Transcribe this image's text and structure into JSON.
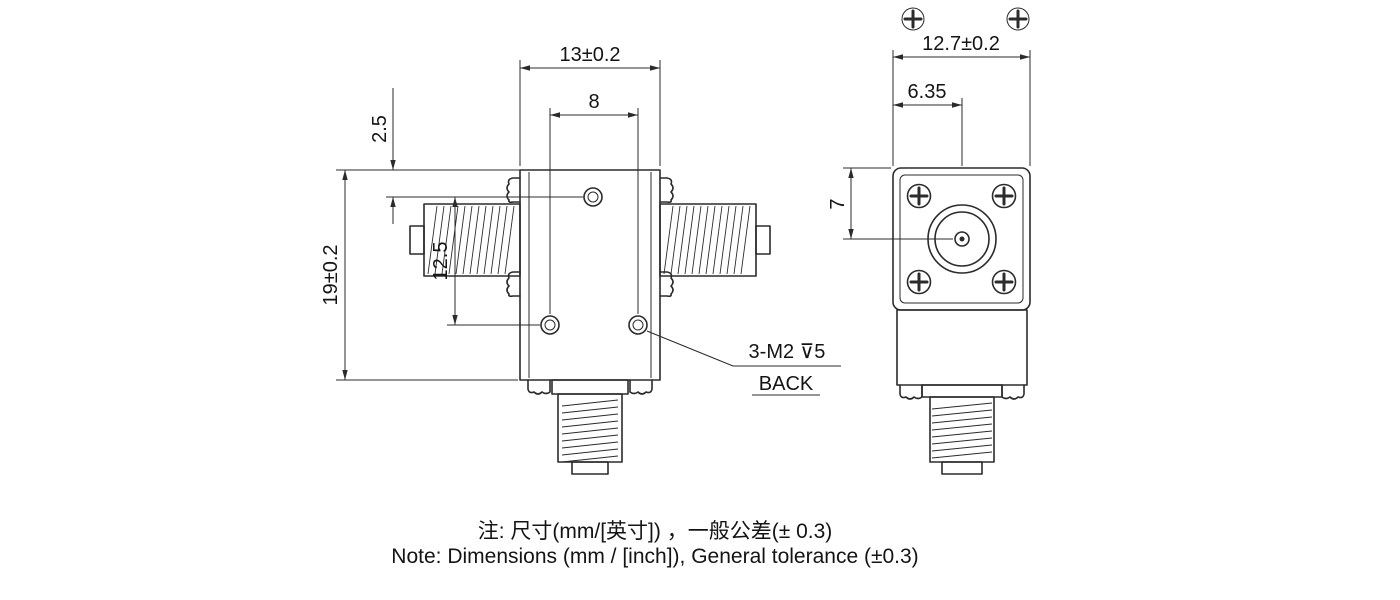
{
  "views": {
    "side": {
      "dims": {
        "body_width": "13±0.2",
        "hole_spacing": "8",
        "hole_top_offset": "2.5",
        "hole_vertical_span": "12.5",
        "body_height": "19±0.2"
      },
      "callout": {
        "thread_spec": "3-M2 ⊽5",
        "face_label": "BACK"
      }
    },
    "end": {
      "dims": {
        "flange_width": "12.7±0.2",
        "center_offset_x": "6.35",
        "center_offset_y": "7"
      }
    }
  },
  "notes": {
    "cn": "注: 尺寸(mm/[英寸]) ，一般公差(± 0.3)",
    "en": "Note: Dimensions (mm / [inch]), General tolerance (±0.3)"
  }
}
